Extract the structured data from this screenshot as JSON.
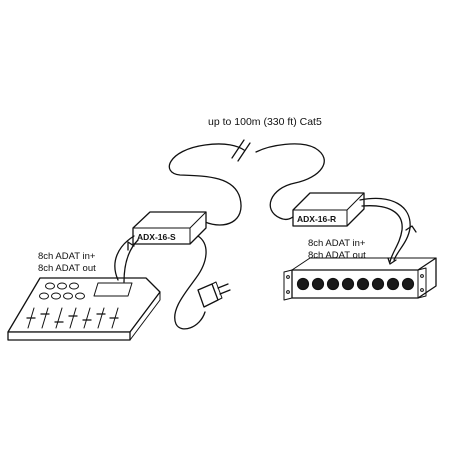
{
  "cable_label": "up to 100m (330 ft) Cat5",
  "sender_label": "ADX-16-S",
  "receiver_label": "ADX-16-R",
  "left_io": {
    "line1": "8ch ADAT in+",
    "line2": "8ch ADAT out"
  },
  "right_io": {
    "line1": "8ch ADAT in+",
    "line2": "8ch ADAT out"
  },
  "rack_connector_count": 8,
  "colors": {
    "ink": "#111111",
    "paper": "#ffffff"
  }
}
